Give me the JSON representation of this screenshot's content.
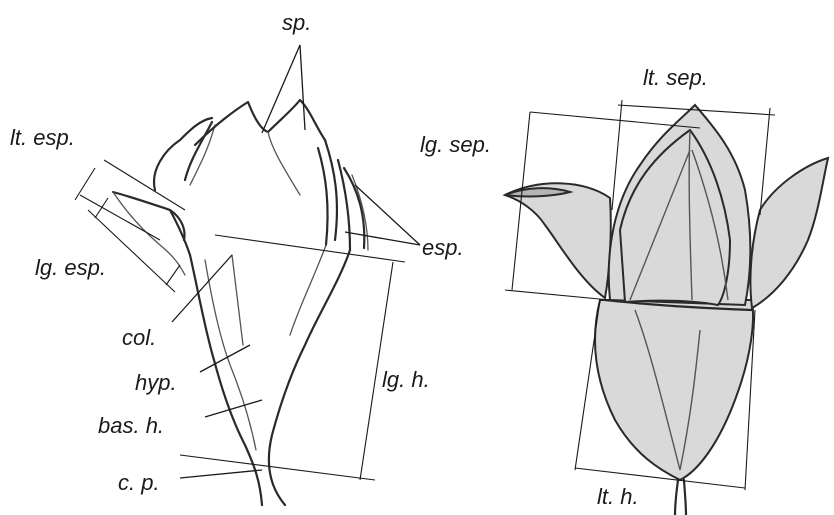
{
  "labels": {
    "sp": "sp.",
    "esp": "esp.",
    "lt_esp": "lt. esp.",
    "lg_esp": "lg. esp.",
    "col": "col.",
    "hyp": "hyp.",
    "bas_h": "bas. h.",
    "c_p": "c. p.",
    "lg_h": "lg. h.",
    "lt_sep": "lt. sep.",
    "lg_sep": "lg. sep.",
    "lt_h": "lt. h."
  }
}
